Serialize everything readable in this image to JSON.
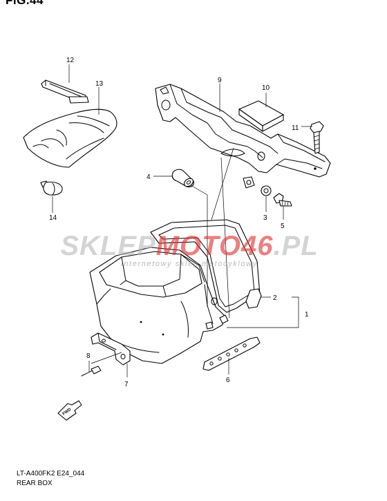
{
  "figure": {
    "title": "FIG.44",
    "model_code": "LT-A400FK2 E24_044",
    "section_name": "REAR BOX"
  },
  "callouts": [
    "1",
    "2",
    "3",
    "4",
    "5",
    "6",
    "7",
    "8",
    "9",
    "10",
    "11",
    "12",
    "13",
    "14"
  ],
  "watermark": {
    "part_a": "SKLEP",
    "part_b": "MOTO46",
    "suffix": ".PL",
    "subtitle": "internetowy sklep motocyklowy",
    "colors": {
      "grey": "#b0b0b0",
      "red": "#e03030"
    }
  },
  "front_arrow": {
    "label": "FWD"
  }
}
